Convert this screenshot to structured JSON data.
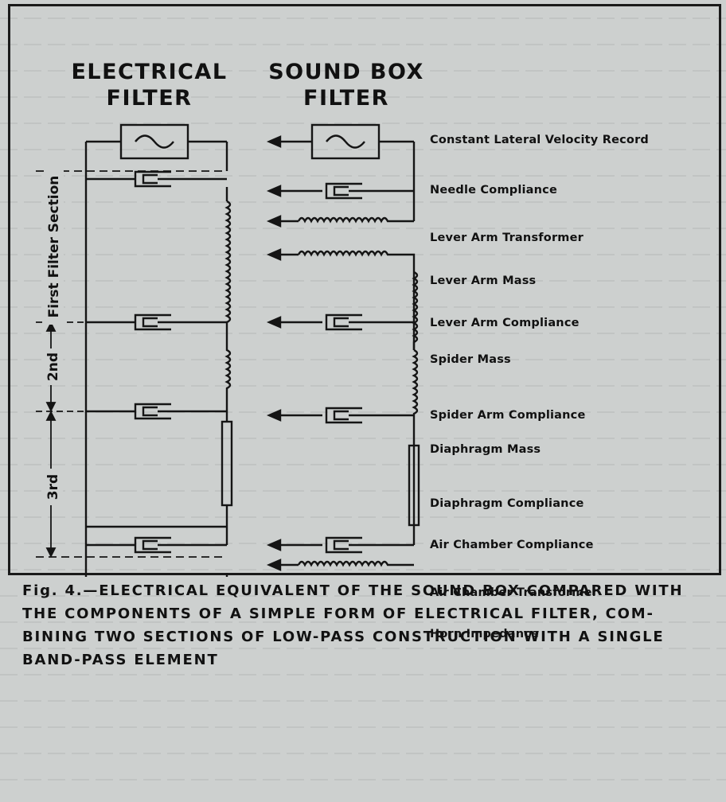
{
  "headings": {
    "electrical_filter": [
      "ELECTRICAL",
      "FILTER"
    ],
    "sound_box_filter": [
      "SOUND BOX",
      "FILTER"
    ]
  },
  "section_labels": {
    "first": "First Filter Section",
    "second": "2nd",
    "third": "3rd"
  },
  "component_labels": [
    "Constant Lateral Velocity Record",
    "Needle Compliance",
    "Lever Arm Transformer",
    "Lever Arm Mass",
    "Lever Arm Compliance",
    "Spider Mass",
    "Spider Arm Compliance",
    "Diaphragm Mass",
    "Diaphragm Compliance",
    "Air Chamber Compliance",
    "Air Chamber Transformer",
    "Horn Impedance"
  ],
  "caption": [
    "Fig. 4.—ELECTRICAL EQUIVALENT OF THE SOUND BOX COMPARED WITH",
    "THE COMPONENTS OF A SIMPLE FORM OF ELECTRICAL FILTER, COM-",
    "BINING TWO SECTIONS OF LOW-PASS CONSTRUCTION WITH A SINGLE",
    "BAND-PASS ELEMENT"
  ]
}
